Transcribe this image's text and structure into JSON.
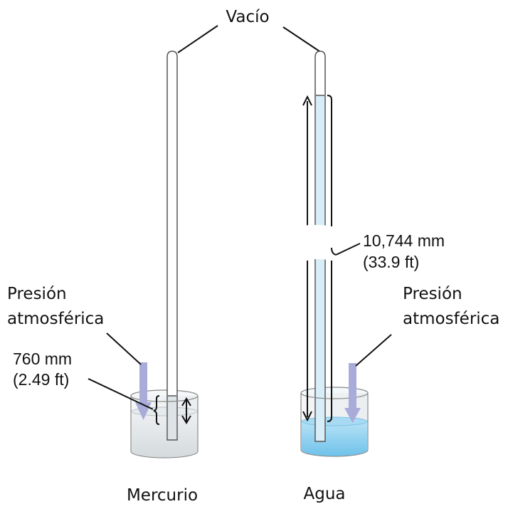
{
  "labels": {
    "vacuum": "Vacío",
    "left_pressure_line1": "Presión",
    "left_pressure_line2": "atmosférica",
    "right_pressure_line1": "Presión",
    "right_pressure_line2": "atmosférica",
    "mercury_height_line1": "760 mm",
    "mercury_height_line2": "(2.49 ft)",
    "water_height_line1": "10,744 mm",
    "water_height_line2": "(33.9 ft)",
    "mercury": "Mercurio",
    "water": "Agua"
  },
  "colors": {
    "mercury_liquid": "#e2e7ea",
    "water_liquid": "#8fd0f0",
    "water_column": "#d7edf8",
    "pressure_arrow": "#a9abd8",
    "outline": "#555555"
  }
}
